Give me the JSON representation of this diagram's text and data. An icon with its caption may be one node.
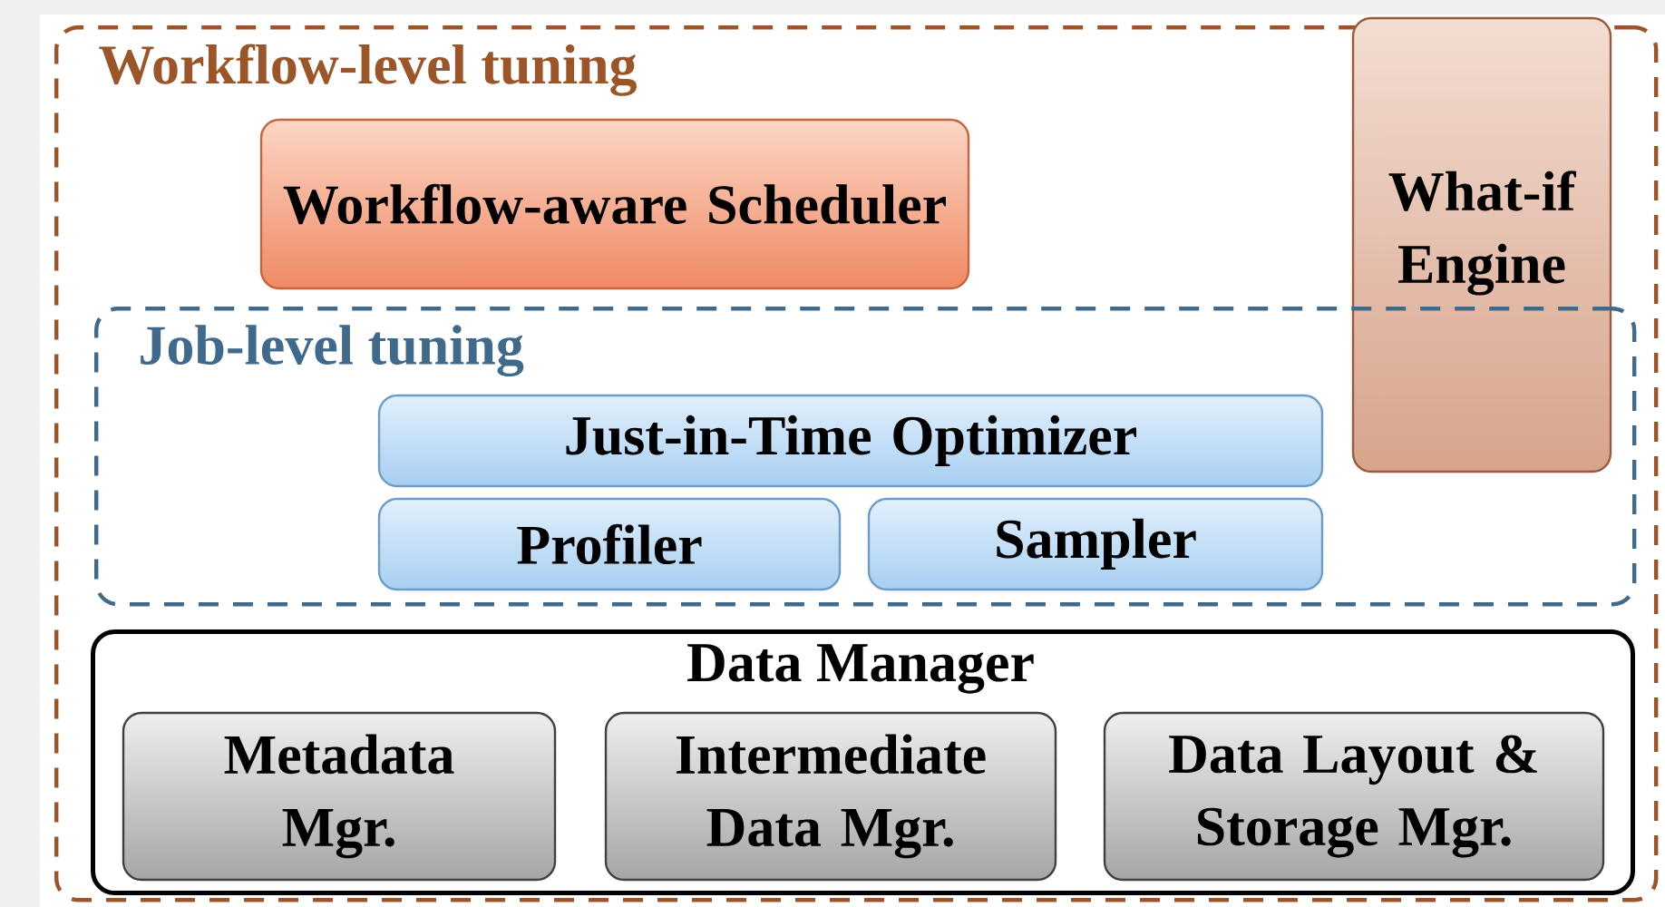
{
  "diagram": {
    "nodes": [
      {
        "text": [
          "Workflow-level tuning"
        ]
      },
      {
        "text": [
          "Workflow-aware Scheduler"
        ],
        "in": 0
      },
      {
        "text": [
          "What-if Engine"
        ],
        "in": 0
      },
      {
        "text": [
          "Job-level tuning"
        ],
        "in": 0
      },
      {
        "text": [
          "Just-in-Time Optimizer"
        ],
        "in": 3
      },
      {
        "text": [
          "Profiler"
        ],
        "in": 3
      },
      {
        "text": [
          "Sampler"
        ],
        "in": 3
      },
      {
        "text": [
          "Data Manager"
        ],
        "in": 0
      },
      {
        "text": [
          "Metadata Mgr."
        ],
        "in": 7
      },
      {
        "text": [
          "Intermediate Data Mgr."
        ],
        "in": 7
      },
      {
        "text": [
          "Data Layout & Storage Mgr."
        ],
        "in": 7
      }
    ]
  }
}
